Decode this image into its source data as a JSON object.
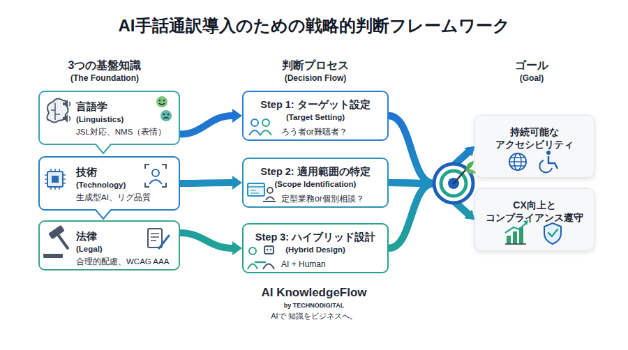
{
  "diagram": {
    "title": "AI手話通訳導入のための戦略的判断フレームワーク",
    "nodes": [
      {
        "text": [
          "言語学",
          "(Linguistics)",
          "JSL対応、NMS（表情）"
        ]
      },
      {
        "text": [
          "技術",
          "(Technology)",
          "生成型AI、リグ品質"
        ]
      },
      {
        "text": [
          "法律",
          "(Legal)",
          "合理的配慮、WCAG AAA"
        ]
      },
      {
        "text": [
          "Step 1: ターゲット設定",
          "(Target Setting)",
          "ろう者or難聴者？"
        ]
      },
      {
        "text": [
          "Step 2: 適用範囲の特定",
          "(Scope Identification)",
          "定型業務or個別相談？"
        ]
      },
      {
        "text": [
          "Step 3: ハイブリッド設計",
          "(Hybrid Design)",
          "AI + Human"
        ]
      },
      {
        "text": [
          "持続可能な アクセシビリティ"
        ]
      },
      {
        "text": [
          "CX向上と コンプライアンス遵守"
        ]
      }
    ],
    "edges": [
      {
        "from": 0,
        "to": 3,
        "arrow": "to"
      },
      {
        "from": 1,
        "to": 4,
        "arrow": "to"
      },
      {
        "from": 2,
        "to": 5,
        "arrow": "to"
      },
      {
        "from": 3,
        "to": 6,
        "arrow": "to"
      },
      {
        "from": 3,
        "to": 7,
        "arrow": "to"
      },
      {
        "from": 4,
        "to": 6,
        "arrow": "to"
      },
      {
        "from": 4,
        "to": 7,
        "arrow": "to"
      },
      {
        "from": 5,
        "to": 6,
        "arrow": "to"
      },
      {
        "from": 5,
        "to": 7,
        "arrow": "to"
      }
    ],
    "labels": [
      "3つの基盤知識",
      "(The Foundation)",
      "判断プロセス",
      "(Decision Flow)",
      "ゴール",
      "(Goal)",
      "AI KnowledgeFlow",
      "by TECHNODIGITAL",
      "AIで 知識をビジネスへ。"
    ]
  }
}
